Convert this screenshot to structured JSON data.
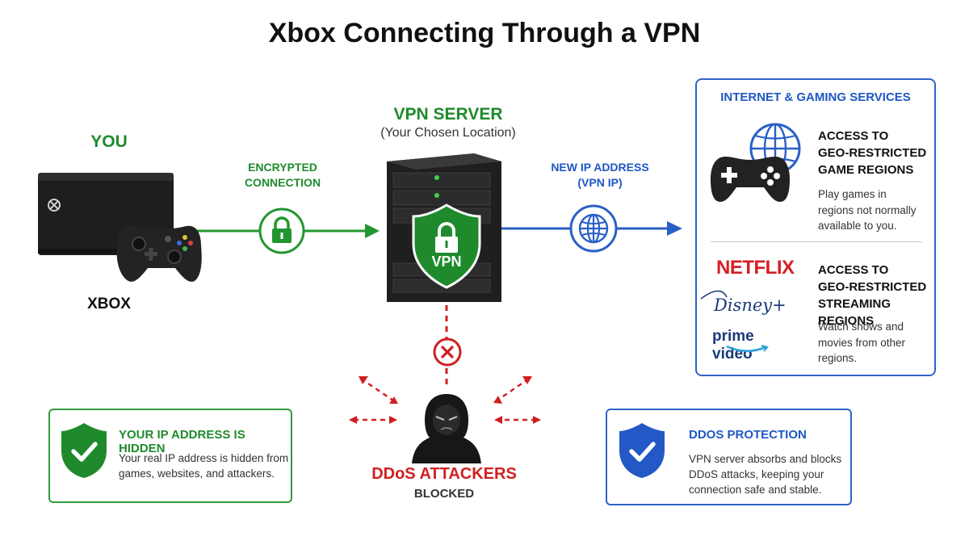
{
  "title": "Xbox Connecting Through a VPN",
  "you": {
    "label": "YOU",
    "device_label": "XBOX"
  },
  "encrypted": {
    "line1": "ENCRYPTED",
    "line2": "CONNECTION"
  },
  "vpn_server": {
    "title": "VPN SERVER",
    "subtitle": "(Your Chosen Location)",
    "shield_text": "VPN"
  },
  "new_ip": {
    "line1": "NEW IP ADDRESS",
    "line2": "(VPN IP)"
  },
  "ddos": {
    "title": "DDoS ATTACKERS",
    "status": "BLOCKED"
  },
  "services": {
    "title": "INTERNET & GAMING SERVICES",
    "games": {
      "head": [
        "ACCESS TO",
        "GEO-RESTRICTED",
        "GAME REGIONS"
      ],
      "desc": [
        "Play games in",
        "regions not normally",
        "available to you."
      ]
    },
    "streaming": {
      "logos": {
        "netflix": "NETFLIX",
        "disney": "Disney+",
        "prime": "prime video"
      },
      "head": [
        "ACCESS TO",
        "GEO-RESTRICTED",
        "STREAMING REGIONS"
      ],
      "desc": [
        "Watch shows and",
        "movies from other",
        "regions."
      ]
    }
  },
  "ip_hidden": {
    "title": "YOUR IP ADDRESS IS HIDDEN",
    "text": [
      "Your real IP address is hidden from",
      "games, websites, and attackers."
    ]
  },
  "ddos_protection": {
    "title": "DDOS PROTECTION",
    "text": [
      "VPN server absorbs and blocks",
      "DDoS attacks, keeping your",
      "connection safe and stable."
    ]
  },
  "colors": {
    "green": "#1f8a2c",
    "blue": "#1f57c3",
    "red": "#d11f1f"
  },
  "icons": [
    "xbox-console-icon",
    "controller-icon",
    "lock-icon",
    "server-icon",
    "shield-icon",
    "globe-icon",
    "x-mark-icon",
    "hacker-icon",
    "check-shield-icon"
  ]
}
